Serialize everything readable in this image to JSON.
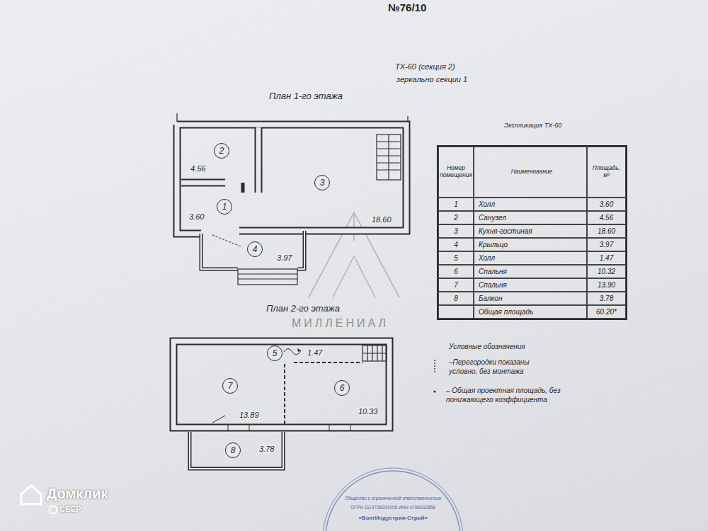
{
  "diagram": {
    "title": "№76/10",
    "nodes": [
      {
        "text": [
          "План 1-го этажа"
        ]
      },
      {
        "text": [
          "2",
          "4.56"
        ],
        "in": 0
      },
      {
        "text": [
          "3",
          "18.60"
        ],
        "in": 0
      },
      {
        "text": [
          "1",
          "3.60"
        ],
        "in": 0
      },
      {
        "text": [
          "4",
          "3.97"
        ],
        "in": 0
      },
      {
        "text": [
          "План 2-го этажа"
        ]
      },
      {
        "text": [
          "5",
          "1.47"
        ],
        "in": 5
      },
      {
        "text": [
          "7",
          "13.89"
        ],
        "in": 5
      },
      {
        "text": [
          "6",
          "10.33"
        ],
        "in": 5
      },
      {
        "text": [
          "8",
          "3.78"
        ],
        "in": 5
      }
    ],
    "labels": [
      "ТХ-60 (секция 2)",
      "зеркально секции 1",
      "Экспликация ТХ-60",
      "Номер помещения",
      "Наименование",
      "Площадь, м²",
      "1",
      "Холл",
      "3.60",
      "2",
      "Санузел",
      "4.56",
      "3",
      "Кухня-гостиная",
      "18.60",
      "4",
      "Крыльцо",
      "3.97",
      "5",
      "Холл",
      "1.47",
      "6",
      "Спальня",
      "10.32",
      "7",
      "Спальня",
      "13.90",
      "8",
      "Балкон",
      "3.78",
      "Общая площадь",
      "60.20*",
      "МИЛЛЕНИАЛ",
      "Условные обозначения",
      "Домклик",
      "СБЕР",
      "Общество с ограниченной ответственностью",
      "ОГРН 1114706004105 ИНН 4706032858",
      "«ВолгИндустрия-Строй»"
    ],
    "legend": [
      {
        "text": "–Перегородки показаны условно, без монтажа"
      },
      {
        "text": "– Общая проектная площадь, без понижающего коэффициента"
      }
    ]
  }
}
